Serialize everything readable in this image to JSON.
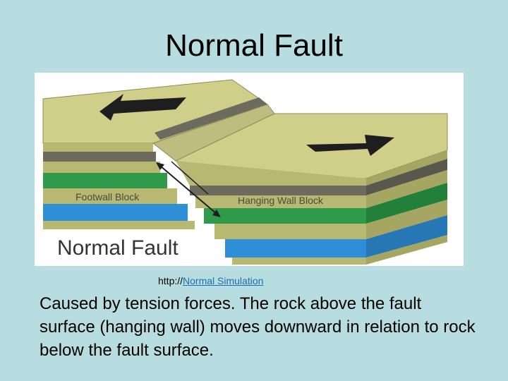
{
  "slide": {
    "title": "Normal Fault",
    "link_prefix": "http://",
    "link_text": "Normal Simulation",
    "body": "Caused by tension forces. The rock above the fault surface (hanging wall) moves downward in relation to rock below the fault surface."
  },
  "diagram": {
    "footwall_label": "Footwall Block",
    "hanging_wall_label": "Hanging Wall Block",
    "caption": "Normal Fault",
    "colors": {
      "top_surface": "#cfcf8a",
      "tan_layer": "#b8b873",
      "gray_layer": "#6e6a5e",
      "green_layer": "#2e9a4a",
      "blue_layer": "#2f8fd6",
      "arrow": "#1e1e1e"
    }
  }
}
